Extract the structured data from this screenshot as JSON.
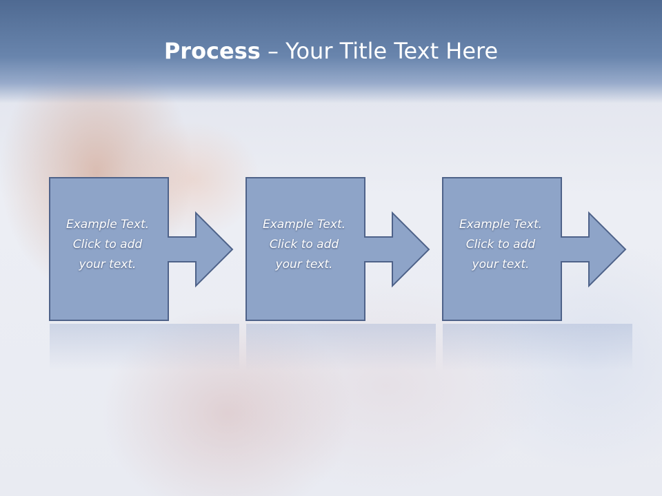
{
  "slide": {
    "title_bold": "Process",
    "title_rest": " – Your Title Text Here",
    "steps": [
      {
        "line1": "Example Text.",
        "line2": "Click  to add",
        "line3": "your text."
      },
      {
        "line1": "Example Text.",
        "line2": "Click  to add",
        "line3": "your text."
      },
      {
        "line1": "Example Text.",
        "line2": "Click  to add",
        "line3": "your text."
      }
    ],
    "colors": {
      "box_fill": "#8ea4c8",
      "box_stroke": "#4e6289",
      "header": "#5f7aa3",
      "text": "#ffffff"
    }
  }
}
